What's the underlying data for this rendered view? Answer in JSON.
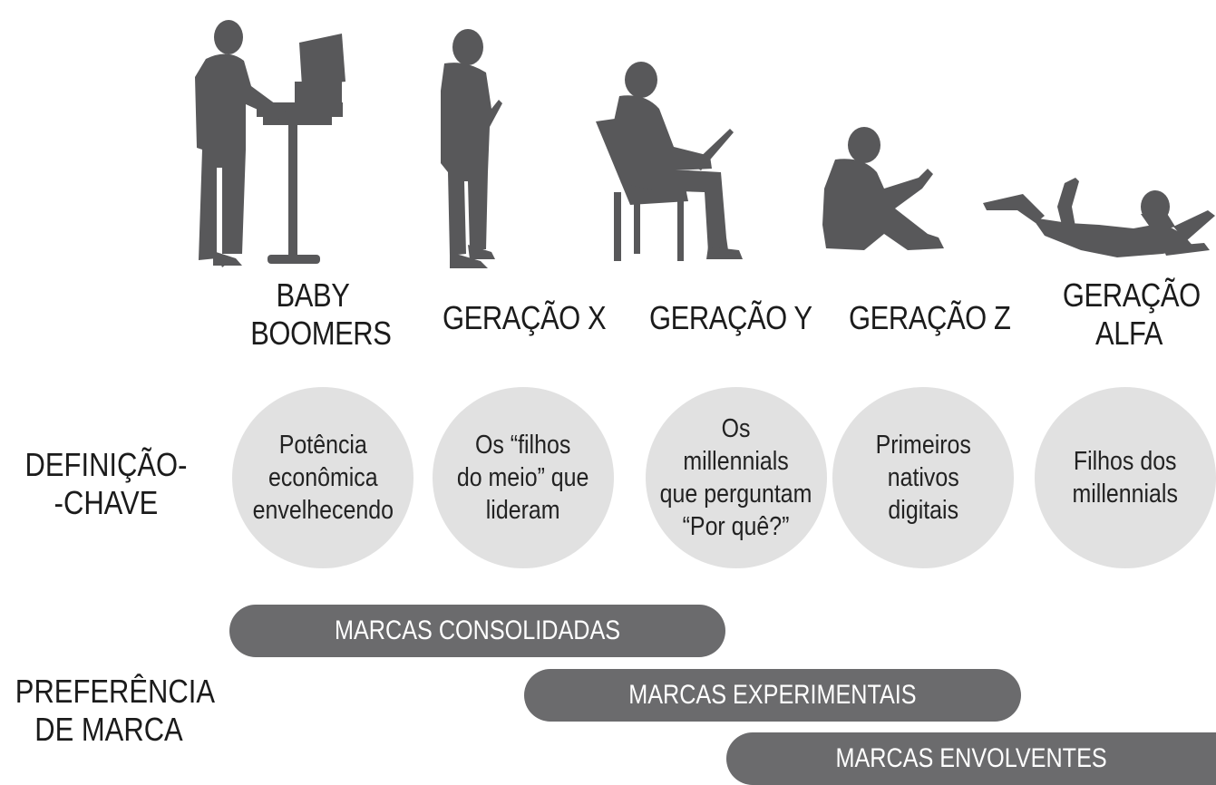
{
  "colors": {
    "silhouette": "#58585a",
    "circle": "#e1e1e1",
    "bar": "#6b6b6d",
    "bar_text": "#ffffff"
  },
  "generations": [
    {
      "title": "BABY\nBOOMERS",
      "definition": "Potência\neconômica\nenvelhecendo",
      "icon": "person-standing-at-computer-icon"
    },
    {
      "title": "GERAÇÃO X",
      "definition": "Os “filhos\ndo meio” que\nlideram",
      "icon": "person-standing-with-phone-icon"
    },
    {
      "title": "GERAÇÃO Y",
      "definition": "Os\nmillennials\nque perguntam\n“Por quê?”",
      "icon": "person-sitting-with-laptop-icon"
    },
    {
      "title": "GERAÇÃO Z",
      "definition": "Primeiros\nnativos\ndigitais",
      "icon": "person-sitting-on-floor-with-phone-icon"
    },
    {
      "title": "GERAÇÃO\nALFA",
      "definition": "Filhos dos\nmillennials",
      "icon": "child-lying-with-tablet-icon"
    }
  ],
  "rows": {
    "definition_label": "DEFINIÇÃO-\n-CHAVE",
    "preference_label": "PREFERÊNCIA\nDE MARCA"
  },
  "brand_bars": [
    {
      "label": "MARCAS CONSOLIDADAS"
    },
    {
      "label": "MARCAS EXPERIMENTAIS"
    },
    {
      "label": "MARCAS ENVOLVENTES"
    }
  ]
}
